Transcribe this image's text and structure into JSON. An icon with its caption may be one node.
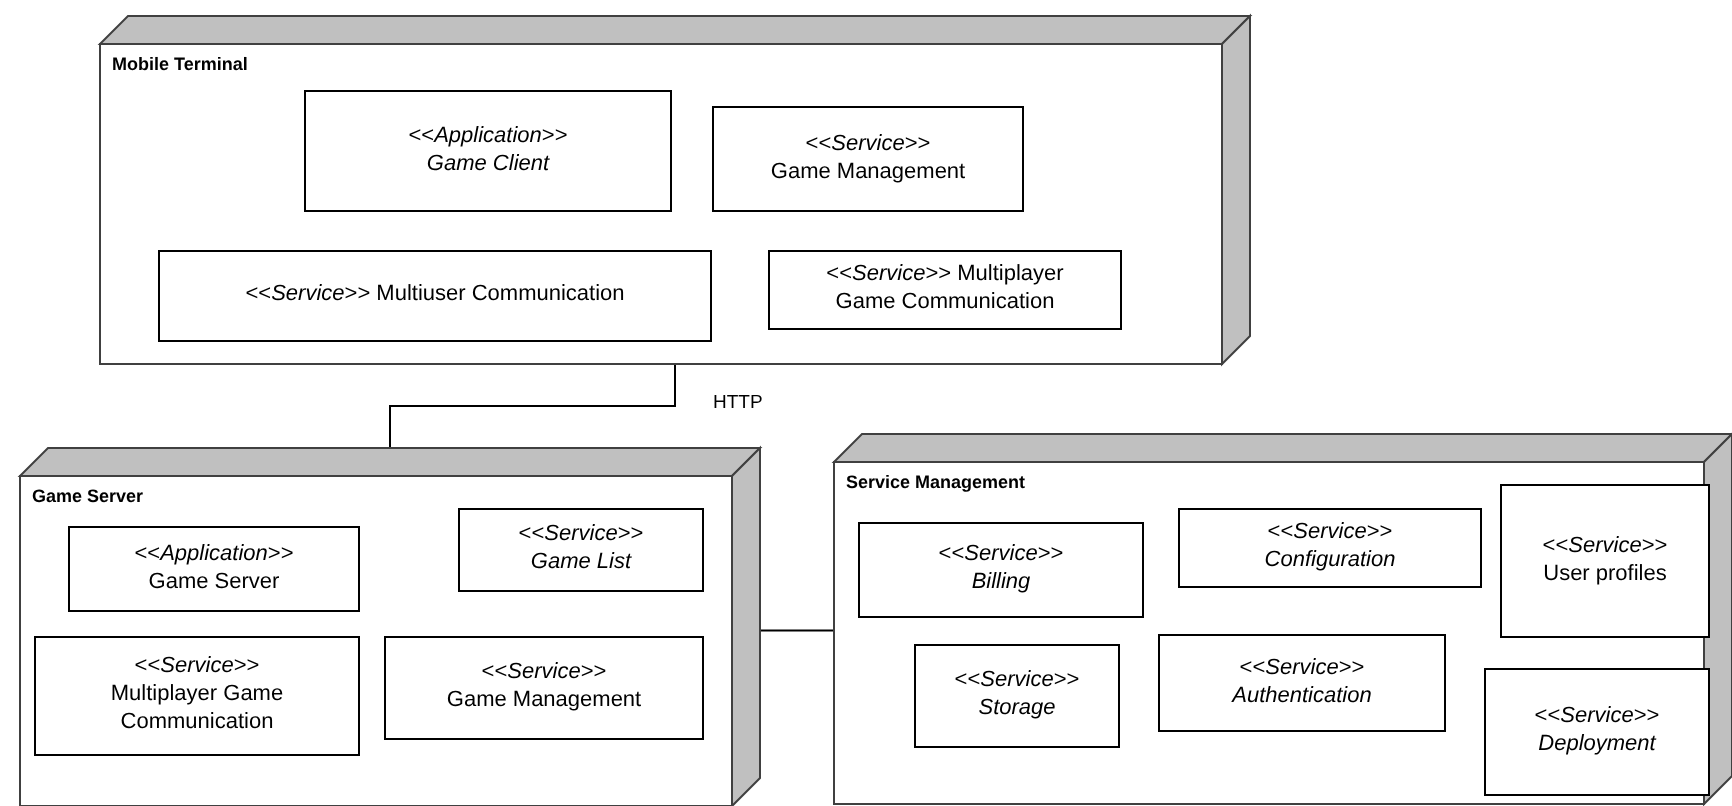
{
  "diagram": {
    "nodes": [
      {
        "text": [
          "Mobile Terminal"
        ]
      },
      {
        "text": [
          "<<*Application*>> *Game Client*"
        ],
        "in": 0
      },
      {
        "text": [
          "<<*Service*>>",
          "Game Management"
        ],
        "in": 0
      },
      {
        "text": [
          "<<*Service*>> Multiuser  Communication"
        ],
        "in": 0
      },
      {
        "text": [
          "<<*Service*>> Multiplayer Game Communication"
        ],
        "in": 0
      },
      {
        "text": [
          "Game Server"
        ]
      },
      {
        "text": [
          "<<*Application*>>",
          "Game Server"
        ],
        "in": 5
      },
      {
        "text": [
          "<<*Service*>> *Game List*"
        ],
        "in": 5
      },
      {
        "text": [
          "<<*Service*>>",
          "Multiplayer Game Communication"
        ],
        "in": 5
      },
      {
        "text": [
          "<<*Service*>>",
          "Game Management"
        ],
        "in": 5
      },
      {
        "text": [
          "Service Management"
        ]
      },
      {
        "text": [
          "<<*Service*>> *Billing*"
        ],
        "in": 10
      },
      {
        "text": [
          "<<*Service*>> *Configuration*"
        ],
        "in": 10
      },
      {
        "text": [
          "<<*Service*>>",
          "User profiles"
        ],
        "in": 10
      },
      {
        "text": [
          "<<*Service*>> *Storage*"
        ],
        "in": 10
      },
      {
        "text": [
          "<<*Service*>> *Authentication*"
        ],
        "in": 10
      },
      {
        "text": [
          "<<*Service*>> *Deployment*"
        ],
        "in": 10
      }
    ],
    "edges": [
      {
        "from": 0,
        "to": 5,
        "arrow": "none",
        "label": "HTTP"
      },
      {
        "from": 5,
        "to": 10,
        "arrow": "none"
      }
    ]
  }
}
